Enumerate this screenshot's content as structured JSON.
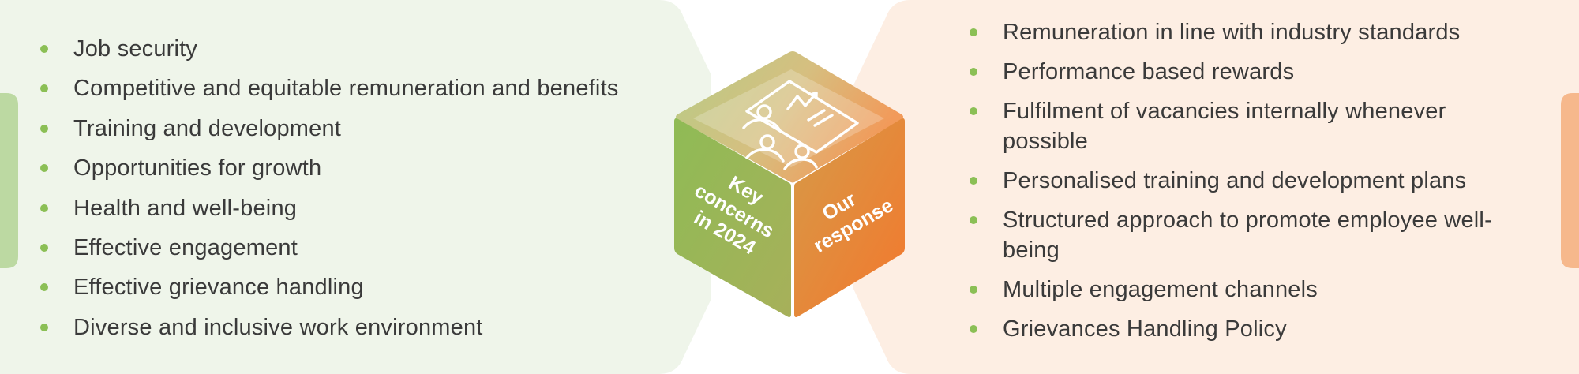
{
  "key_concerns": {
    "items": [
      "Job security",
      "Competitive and equitable remuneration and benefits",
      "Training and development",
      "Opportunities for growth",
      "Health and well-being",
      "Effective engagement",
      "Effective grievance handling",
      "Diverse and inclusive work environment"
    ]
  },
  "our_response": {
    "items": [
      "Remuneration in line with industry standards",
      "Performance based rewards",
      "Fulfilment of vacancies internally whenever possible",
      "Personalised training and development plans",
      "Structured approach to promote employee well-being",
      "Multiple engagement channels",
      "Grievances Handling Policy"
    ]
  },
  "cube": {
    "left_face_lines": [
      "Key",
      "concerns",
      "in 2024"
    ],
    "right_face_lines": [
      "Our",
      "response"
    ],
    "top_icon": "people-discussion-icon"
  },
  "colors": {
    "green_panel": "#eff5ea",
    "green_accent": "#bcd9a2",
    "orange_panel": "#fdeee3",
    "orange_accent": "#f6b88c",
    "bullet": "#8bbf55",
    "text": "#3a3a3a"
  }
}
